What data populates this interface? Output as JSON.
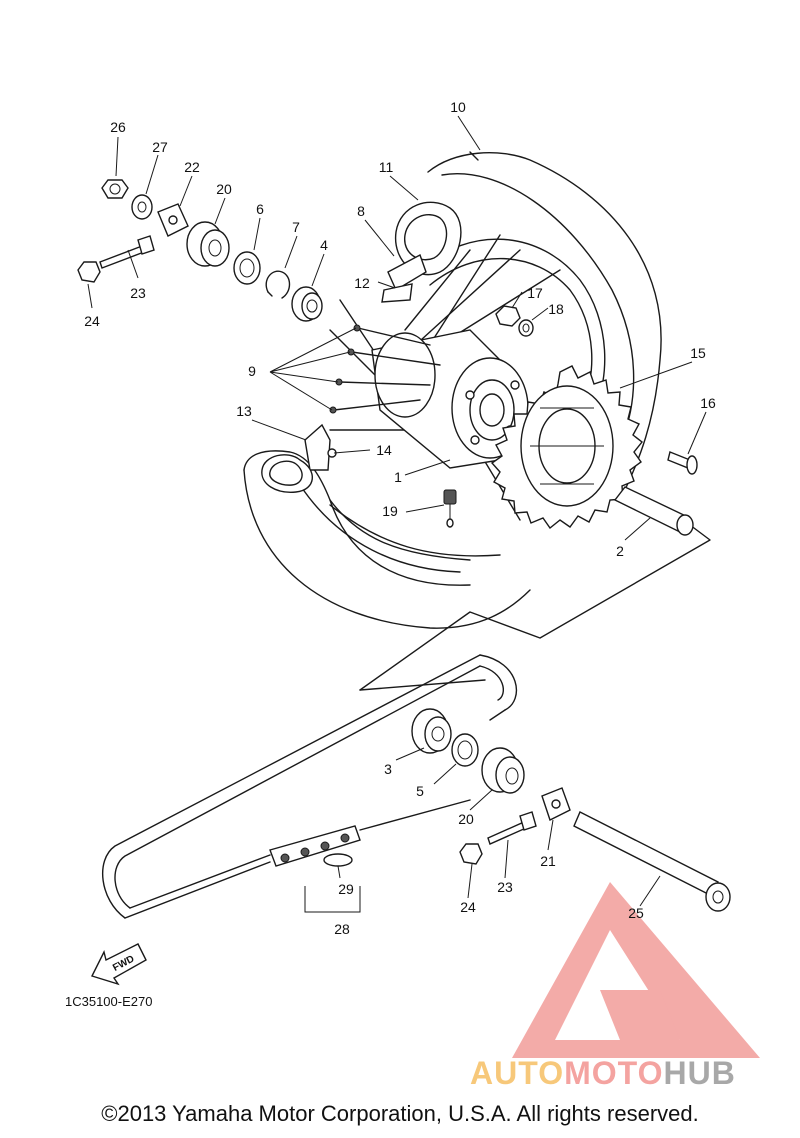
{
  "diagram": {
    "drawing_code": "1C35100-E270",
    "fwd_label": "FWD",
    "part_labels": [
      "1",
      "2",
      "3",
      "4",
      "5",
      "6",
      "7",
      "8",
      "9",
      "10",
      "11",
      "12",
      "13",
      "14",
      "15",
      "16",
      "17",
      "18",
      "19",
      "20",
      "21",
      "22",
      "23",
      "24",
      "25",
      "26",
      "27",
      "28",
      "29"
    ]
  },
  "watermark": {
    "brand_part1": "AUTO",
    "brand_part2": "MOTO",
    "brand_part3": "HUB",
    "colors": {
      "part1": "#f7c87a",
      "part2": "#f4a3a0",
      "part3": "#a8a8a8",
      "triangle": "#f08f8c"
    }
  },
  "footer": {
    "copyright": "©2013 Yamaha Motor Corporation, U.S.A. All rights reserved."
  }
}
